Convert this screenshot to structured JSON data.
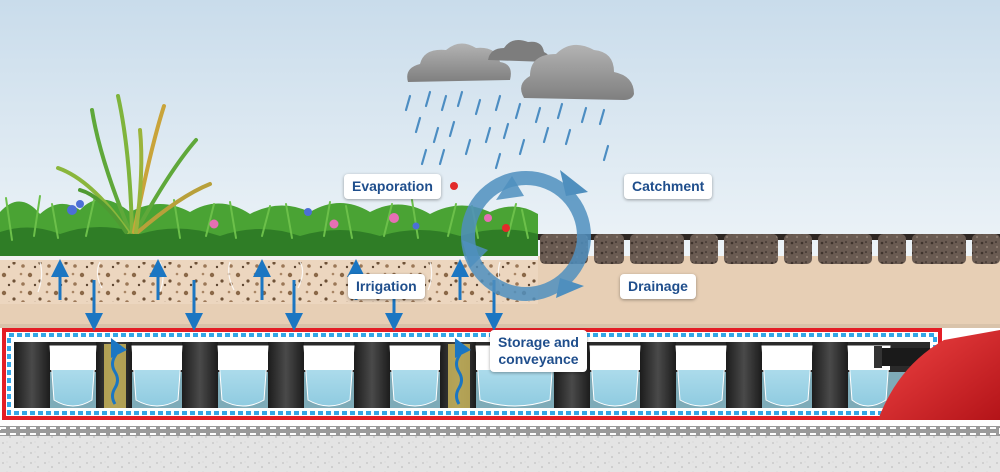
{
  "labels": {
    "evaporation": "Evaporation",
    "catchment": "Catchment",
    "irrigation": "Irrigation",
    "drainage": "Drainage",
    "storage_line1": "Storage and",
    "storage_line2": "conveyance"
  },
  "colors": {
    "sky": "#dde9f1",
    "label_text": "#1f4e8c",
    "cycle_arrow": "#4f8fbe",
    "water_arrow": "#1b76c2",
    "tank_border": "#e41e26",
    "tank_dots": "#34a6e6",
    "membrane": "#d3191f",
    "grass": "#4aa334",
    "soil": "#e6cdb3",
    "paver": "#6b5a50"
  },
  "icons": [
    "cloud-icon",
    "rain-drop-icon",
    "cycle-arrow-icon",
    "flower-icon",
    "arrow-up-icon",
    "arrow-down-icon",
    "drain-pipe-icon"
  ]
}
